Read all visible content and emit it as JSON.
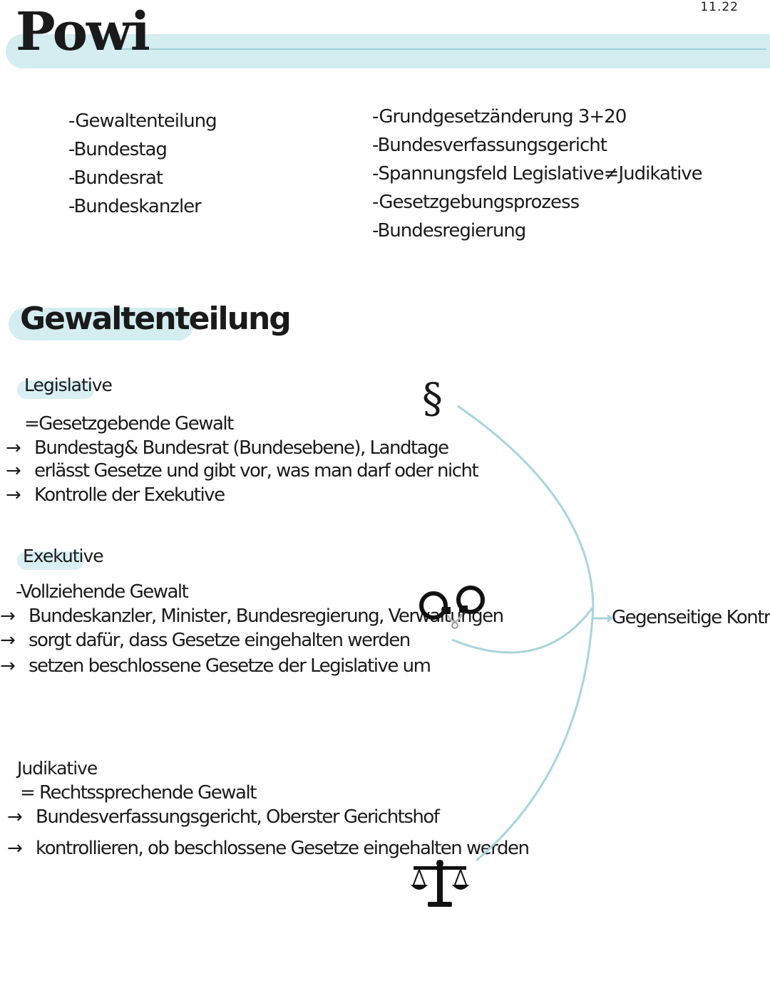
{
  "header": {
    "title": "Powi",
    "date": "11.22"
  },
  "topics_left": [
    "-Gewaltenteilung",
    "-Bundestag",
    "-Bundesrat",
    "-Bundeskanzler"
  ],
  "topics_right": [
    "-Grundgesetzänderung  3+20",
    "-Bundesverfassungsgericht",
    "-Spannungsfeld Legislative≠Judikative",
    "-Gesetzgebungsprozess",
    "-Bundesregierung"
  ],
  "section": {
    "title": "Gewaltenteilung"
  },
  "legislative": {
    "title": "Legislative",
    "definition": "=Gesetzgebende Gewalt",
    "points": [
      "Bundestag& Bundesrat (Bundesebene), Landtage",
      "erlässt Gesetze und gibt vor, was man darf oder nicht",
      "Kontrolle der Exekutive"
    ]
  },
  "executive": {
    "title": "Exekutive",
    "definition": "-Vollziehende Gewalt",
    "points": [
      "Bundeskanzler, Minister, Bundesregierung, Verwaltungen",
      "sorgt dafür, dass Gesetze eingehalten werden",
      "setzen beschlossene Gesetze der Legislative um"
    ]
  },
  "judicative": {
    "title": "Judikative",
    "definition": "= Rechtssprechende Gewalt",
    "points": [
      "Bundesverfassungsgericht, Oberster Gerichtshof",
      "kontrollieren, ob beschlossene Gesetze eingehalten werden"
    ]
  },
  "diagram": {
    "note": "Gegenseitige Kontrolle",
    "arrow_glyph": "→",
    "icons": {
      "law": "paragraph-icon",
      "executive": "handcuffs-icon",
      "judicative": "scales-icon"
    },
    "paragraph_glyph": "§"
  },
  "colors": {
    "accent": "#d3edf1",
    "line": "#a8d4dd"
  }
}
